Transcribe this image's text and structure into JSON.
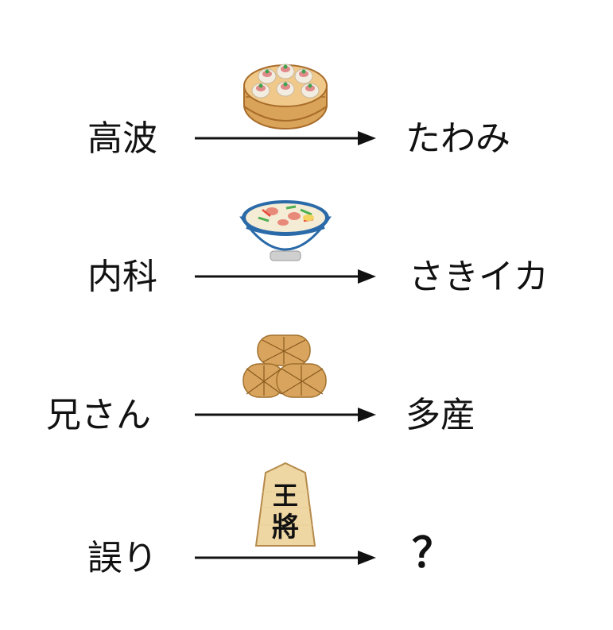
{
  "rows": [
    {
      "source": "高波",
      "picture": "shumai-steamer-icon",
      "target": "たわみ"
    },
    {
      "source": "内科",
      "picture": "chanpon-noodle-bowl-icon",
      "target": "さきイカ"
    },
    {
      "source": "兄さん",
      "picture": "straw-wrapped-natto-icon",
      "target": "多産"
    },
    {
      "source": "誤り",
      "picture": "shogi-king-piece-icon",
      "target": "？"
    }
  ],
  "shogi_piece_text": "王將",
  "colors": {
    "text": "#111111",
    "arrow": "#111111",
    "background": "#ffffff"
  }
}
